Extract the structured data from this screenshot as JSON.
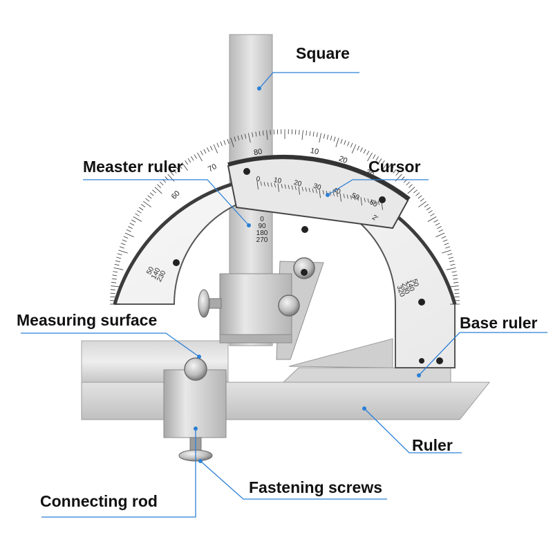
{
  "labels": {
    "square": "Square",
    "measter_ruler": "Measter ruler",
    "cursor": "Cursor",
    "measuring_surface": "Measuring surface",
    "base_ruler": "Base ruler",
    "ruler": "Ruler",
    "fastening_screws": "Fastening screws",
    "connecting_rod": "Connecting rod"
  },
  "main_scale": {
    "ticks_left": [
      "80",
      "70",
      "60"
    ],
    "ticks_right": [
      "10",
      "20",
      "30",
      "40"
    ],
    "zero_stack": [
      "0",
      "90",
      "180",
      "270"
    ],
    "left_stack": [
      "50",
      "140",
      "230"
    ],
    "right_stack": [
      "50",
      "140",
      "230",
      "320"
    ]
  },
  "vernier_scale": {
    "ticks": [
      "0",
      "10",
      "20",
      "30",
      "40",
      "50",
      "60",
      "2'"
    ]
  },
  "colors": {
    "leader_line": "#2b7fd6",
    "steel_light": "#e4e4e4",
    "steel_mid": "#c4c4c4",
    "steel_dark": "#8c8c8c"
  }
}
